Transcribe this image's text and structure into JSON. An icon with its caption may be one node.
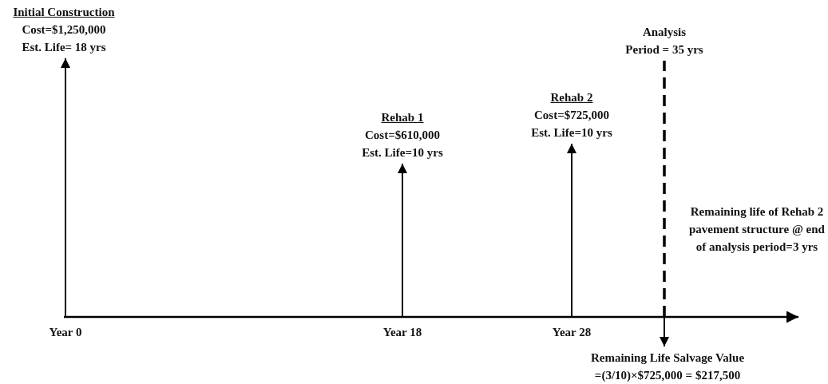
{
  "diagram": {
    "nodes": [
      {
        "text": [
          "Initial Construction",
          "Cost=$1,250,000",
          "Est. Life= 18 yrs"
        ]
      },
      {
        "text": [
          "Rehab 1",
          "Cost=$610,000",
          "Est. Life=10 yrs"
        ]
      },
      {
        "text": [
          "Rehab 2",
          "Cost=$725,000",
          "Est. Life=10 yrs"
        ]
      },
      {
        "text": [
          "Analysis",
          "Period = 35 yrs"
        ]
      },
      {
        "text": [
          "Remaining Life Salvage Value",
          "=(3/10)×$725,000 = $217,500"
        ]
      }
    ],
    "edges": [
      {
        "from": null,
        "to": 0,
        "arrow": "to"
      },
      {
        "from": null,
        "to": 1,
        "arrow": "to"
      },
      {
        "from": null,
        "to": 2,
        "arrow": "to"
      },
      {
        "from": null,
        "to": 3,
        "arrow": "none",
        "style": "dashed"
      },
      {
        "from": null,
        "to": 4,
        "arrow": "to"
      }
    ],
    "labels": [
      "Year 0",
      "Year 18",
      "Year 28",
      "Remaining life of Rehab 2 pavement structure @ end of analysis period=3 yrs"
    ]
  }
}
